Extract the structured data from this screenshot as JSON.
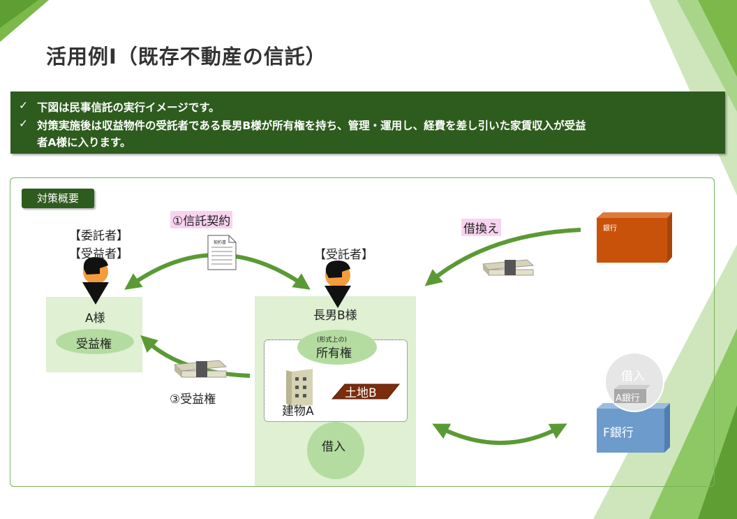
{
  "title": "活用例Ⅰ（既存不動産の信託）",
  "banner": {
    "bullet": "✓",
    "line1": "下図は民事信託の実行イメージです。",
    "line2": "対策実施後は収益物件の受託者である長男B様が所有権を持ち、管理・運用し、経費を差し引いた家賃収入が受益",
    "line3": "者A様に入ります。"
  },
  "diagram": {
    "section_tag": "対策概要",
    "contract_label": "①信託契約",
    "refinance_label": "借換え",
    "benefit_label": "③受益権",
    "document_label": "契約書",
    "settlor": {
      "role1": "【委託者】",
      "role2": "【受益者】",
      "name": "A様",
      "right": "受益権"
    },
    "trustee": {
      "role": "【受託者】",
      "name": "長男B様",
      "ownership_note": "(形式上の)",
      "ownership": "所有権",
      "building": "建物A",
      "land": "土地B",
      "loan": "借入"
    },
    "old_bank": "銀行",
    "old_loan": {
      "label": "借入",
      "bank": "A銀行"
    },
    "new_bank": "F銀行"
  },
  "colors": {
    "banner_bg": "#2e5b1e",
    "panel_bg": "#dff0d3",
    "ellipse": "#b4dca0",
    "arrow": "#5a9a34",
    "label_highlight": "#f8d3f0",
    "bank_orange": "#c9520a",
    "bank_blue": "#6d9bcb",
    "land_brown": "#7a2c0c"
  }
}
